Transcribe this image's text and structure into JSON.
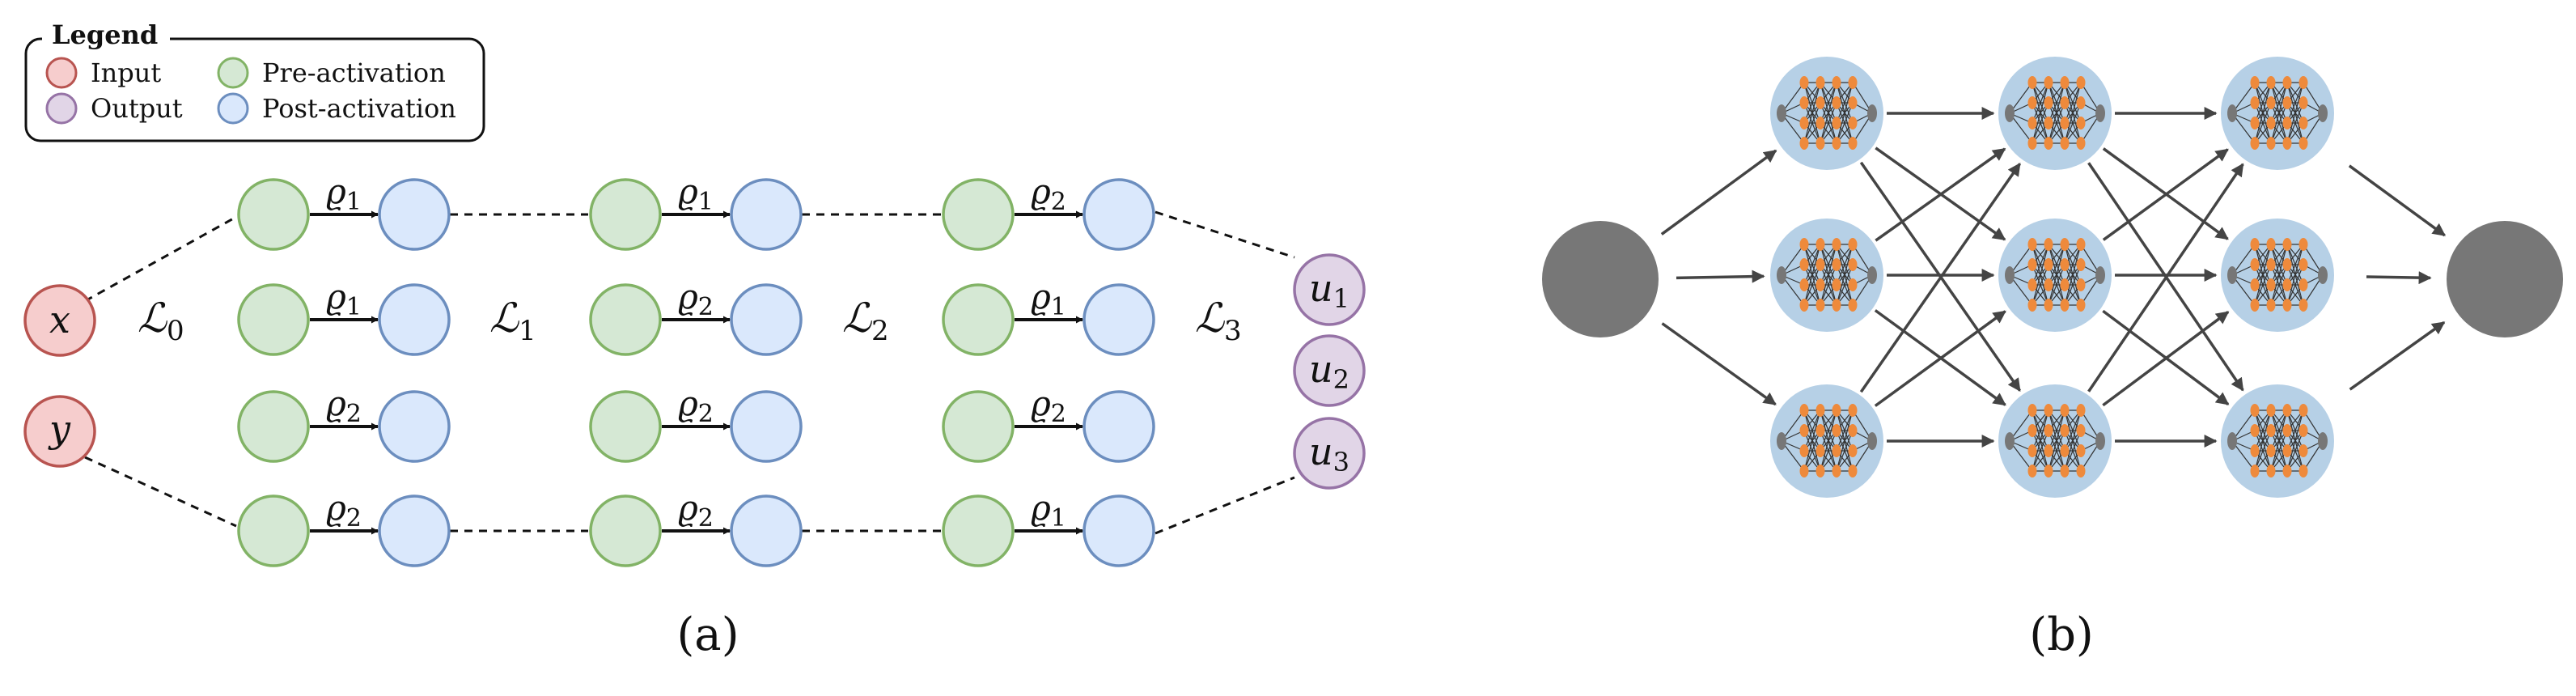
{
  "legend": {
    "title": "Legend",
    "items": [
      {
        "label": "Input",
        "fill": "#f6cdcd",
        "stroke": "#b85450"
      },
      {
        "label": "Pre-activation",
        "fill": "#d5e8d4",
        "stroke": "#82b366"
      },
      {
        "label": "Output",
        "fill": "#e1d5e7",
        "stroke": "#9673a6"
      },
      {
        "label": "Post-activation",
        "fill": "#dae8fc",
        "stroke": "#6c8ebf"
      }
    ]
  },
  "panel_a": {
    "caption": "(a)",
    "inputs": [
      "x",
      "y"
    ],
    "outputs": [
      {
        "base": "u",
        "sub": "1"
      },
      {
        "base": "u",
        "sub": "2"
      },
      {
        "base": "u",
        "sub": "3"
      }
    ],
    "layer_labels": [
      {
        "base": "ℒ",
        "sub": "0"
      },
      {
        "base": "ℒ",
        "sub": "1"
      },
      {
        "base": "ℒ",
        "sub": "2"
      },
      {
        "base": "ℒ",
        "sub": "3"
      }
    ],
    "activations": [
      [
        {
          "base": "ϱ",
          "sub": "1"
        },
        {
          "base": "ϱ",
          "sub": "1"
        },
        {
          "base": "ϱ",
          "sub": "2"
        },
        {
          "base": "ϱ",
          "sub": "2"
        }
      ],
      [
        {
          "base": "ϱ",
          "sub": "1"
        },
        {
          "base": "ϱ",
          "sub": "2"
        },
        {
          "base": "ϱ",
          "sub": "2"
        },
        {
          "base": "ϱ",
          "sub": "2"
        }
      ],
      [
        {
          "base": "ϱ",
          "sub": "2"
        },
        {
          "base": "ϱ",
          "sub": "1"
        },
        {
          "base": "ϱ",
          "sub": "2"
        },
        {
          "base": "ϱ",
          "sub": "1"
        }
      ]
    ]
  },
  "panel_b": {
    "caption": "(b)",
    "colors": {
      "big_node": "#777777",
      "sub_node": "#b6d0e6",
      "inner_node": "#ee8a3c",
      "inner_port": "#777777",
      "arrow": "#444444"
    }
  }
}
